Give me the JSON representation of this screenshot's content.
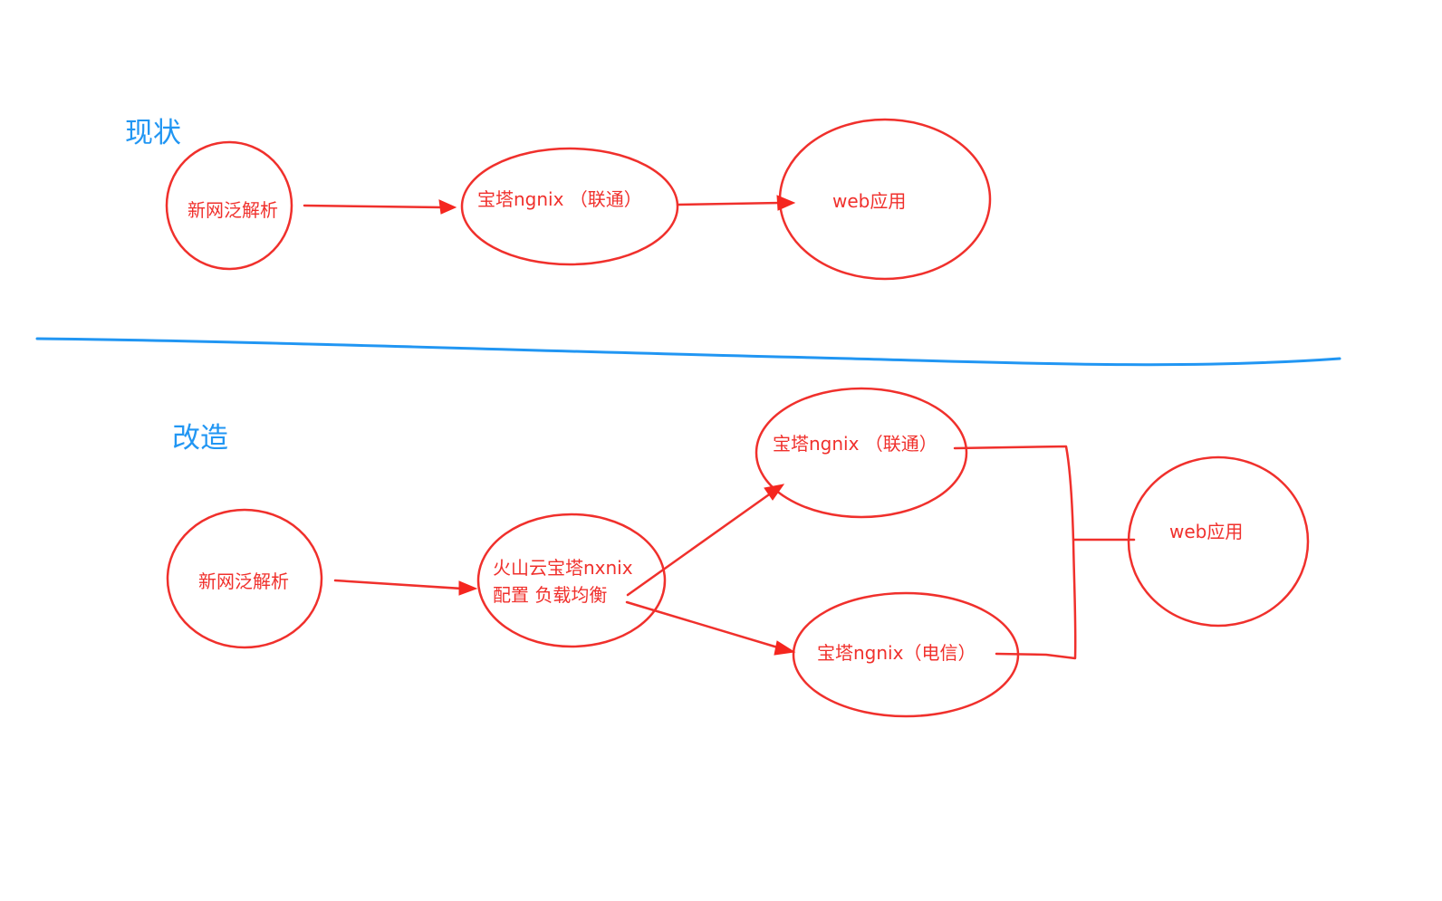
{
  "sections": {
    "current": {
      "label": "现状"
    },
    "renovation": {
      "label": "改造"
    }
  },
  "current_nodes": {
    "dns": {
      "label": "新网泛解析"
    },
    "baota_unicom": {
      "label": "宝塔ngnix （联通）"
    },
    "web_app": {
      "label": "web应用"
    }
  },
  "renovation_nodes": {
    "dns": {
      "label": "新网泛解析"
    },
    "volcano_lb": {
      "line1": "火山云宝塔nxnix",
      "line2": "配置 负载均衡"
    },
    "baota_unicom": {
      "label": "宝塔ngnix （联通）"
    },
    "baota_telecom": {
      "label": "宝塔ngnix（电信）"
    },
    "web_app": {
      "label": "web应用"
    }
  },
  "colors": {
    "node_red": "#f0302c",
    "arrow_red": "#f5261f",
    "label_blue": "#2196f3",
    "background": "#ffffff"
  }
}
